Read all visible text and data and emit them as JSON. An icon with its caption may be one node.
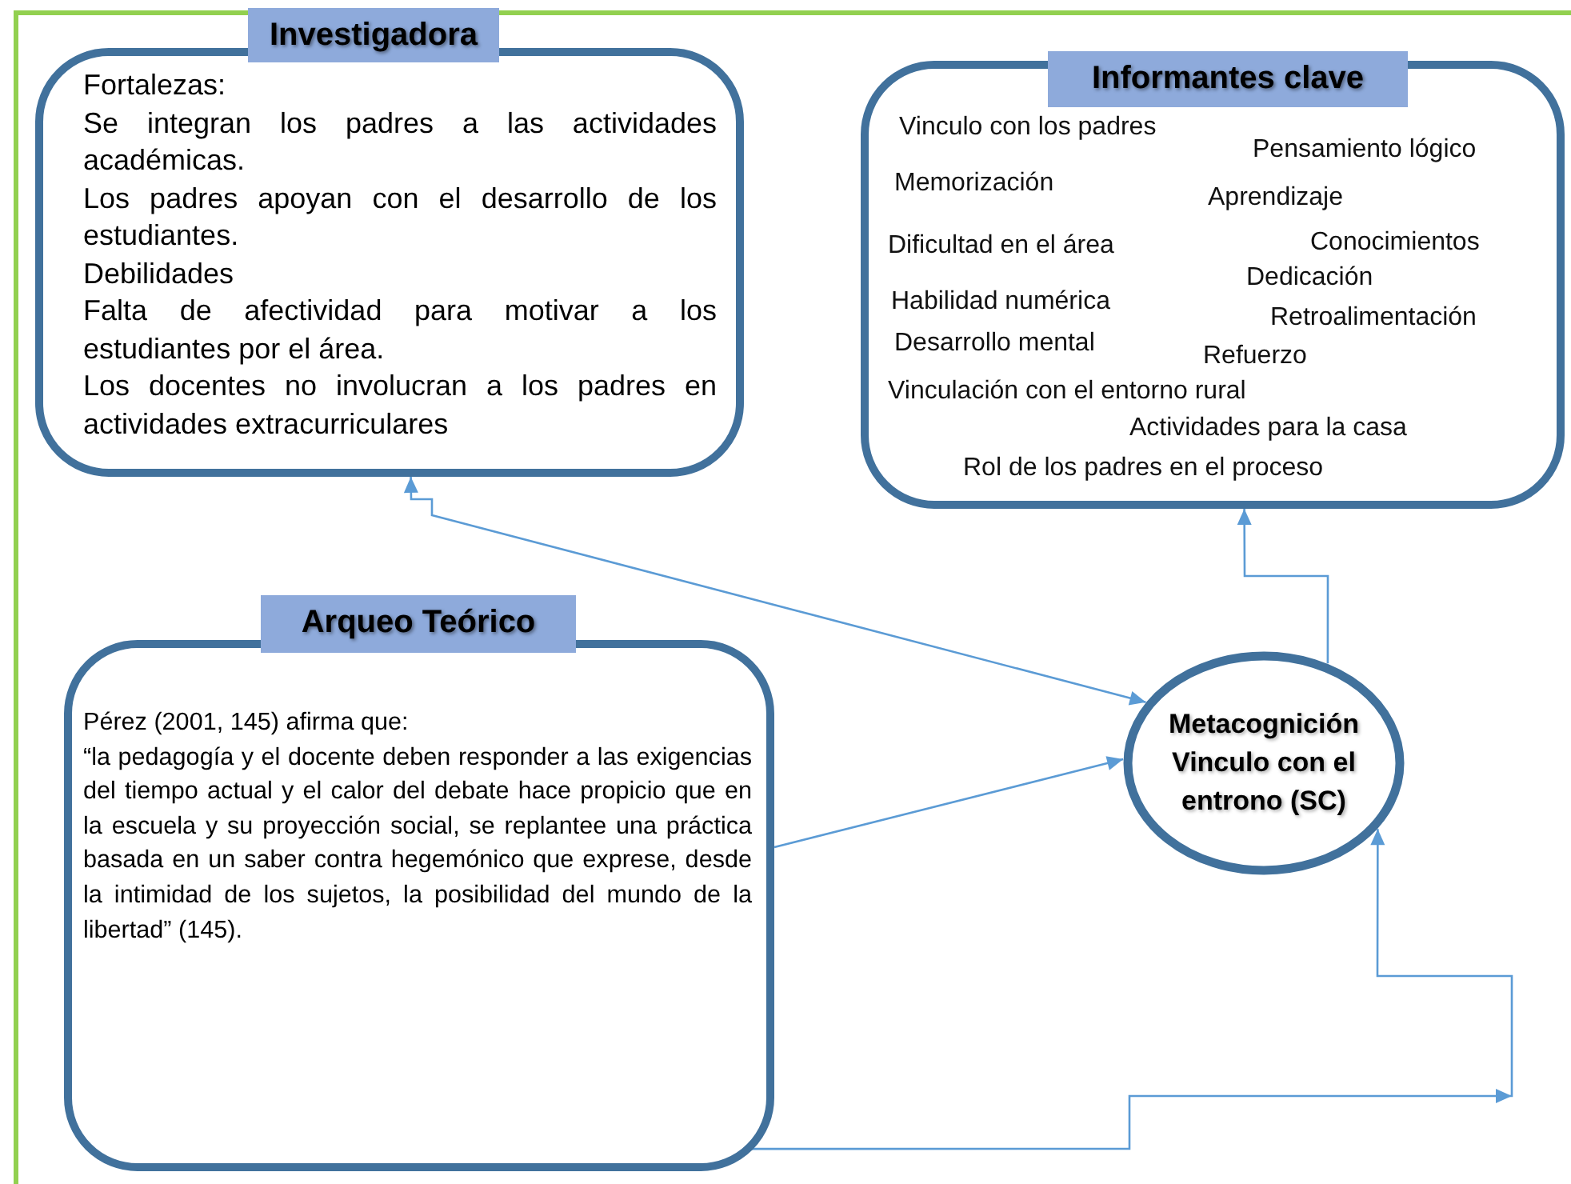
{
  "diagram": {
    "nodes": [
      {
        "text": [
          "Investigadora",
          "Fortalezas:",
          "Se integran los padres a las actividades académicas.",
          "Los padres apoyan con el desarrollo de los estudiantes.",
          "Debilidades",
          "Falta de afectividad para motivar a los estudiantes por el área.",
          "Los docentes no involucran a los padres en actividades extracurriculares"
        ]
      },
      {
        "text": [
          "Informantes clave",
          "Vinculo con los padres",
          "Pensamiento lógico",
          "Memorización",
          "Aprendizaje",
          "Dificultad en el área",
          "Conocimientos",
          "Dedicación",
          "Habilidad numérica",
          "Retroalimentación",
          "Desarrollo mental",
          "Refuerzo",
          "Vinculación con el entorno rural",
          "Actividades para la casa",
          "Rol de los padres en el proceso"
        ]
      },
      {
        "text": [
          "Arqueo Teórico",
          "Pérez (2001, 145) afirma que:",
          "“la pedagogía y el docente deben responder a las exigencias del tiempo actual y el calor del debate hace propicio que en la escuela y su proyección social, se replantee una práctica basada en un saber contra hegemónico que exprese, desde la intimidad de los sujetos, la posibilidad del mundo de la libertad” (145)."
        ]
      },
      {
        "text": [
          "Metacognición Vinculo con el entrono (SC)"
        ]
      }
    ],
    "edges": [
      {
        "from": 0,
        "to": 3,
        "arrow": "both"
      },
      {
        "from": 2,
        "to": 3,
        "arrow": "to"
      },
      {
        "from": 3,
        "to": 1,
        "arrow": "to"
      },
      {
        "from": 2,
        "to": 3,
        "arrow": "to"
      }
    ]
  }
}
